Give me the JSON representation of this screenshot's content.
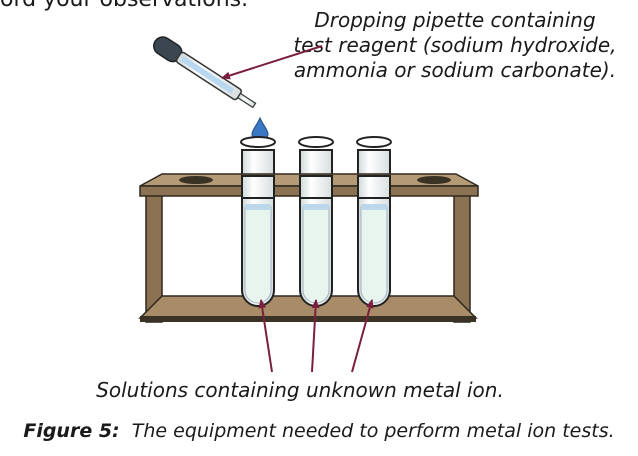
{
  "top_fragment": "ord your observations.",
  "pipette_label": {
    "line1": "Dropping pipette containing",
    "line2": "test reagent (sodium hydroxide,",
    "line3": "ammonia or sodium carbonate)."
  },
  "solutions_label": "Solutions containing unknown metal ion.",
  "caption": {
    "figure_number": "Figure 5:",
    "text": "The equipment needed to perform metal ion tests."
  },
  "colors": {
    "rack_wood": "#a78c67",
    "rack_dark": "#3a3225",
    "arrow": "#7a1f3d",
    "drop": "#3b78c4",
    "tube_solution": "#e8f4ee"
  }
}
